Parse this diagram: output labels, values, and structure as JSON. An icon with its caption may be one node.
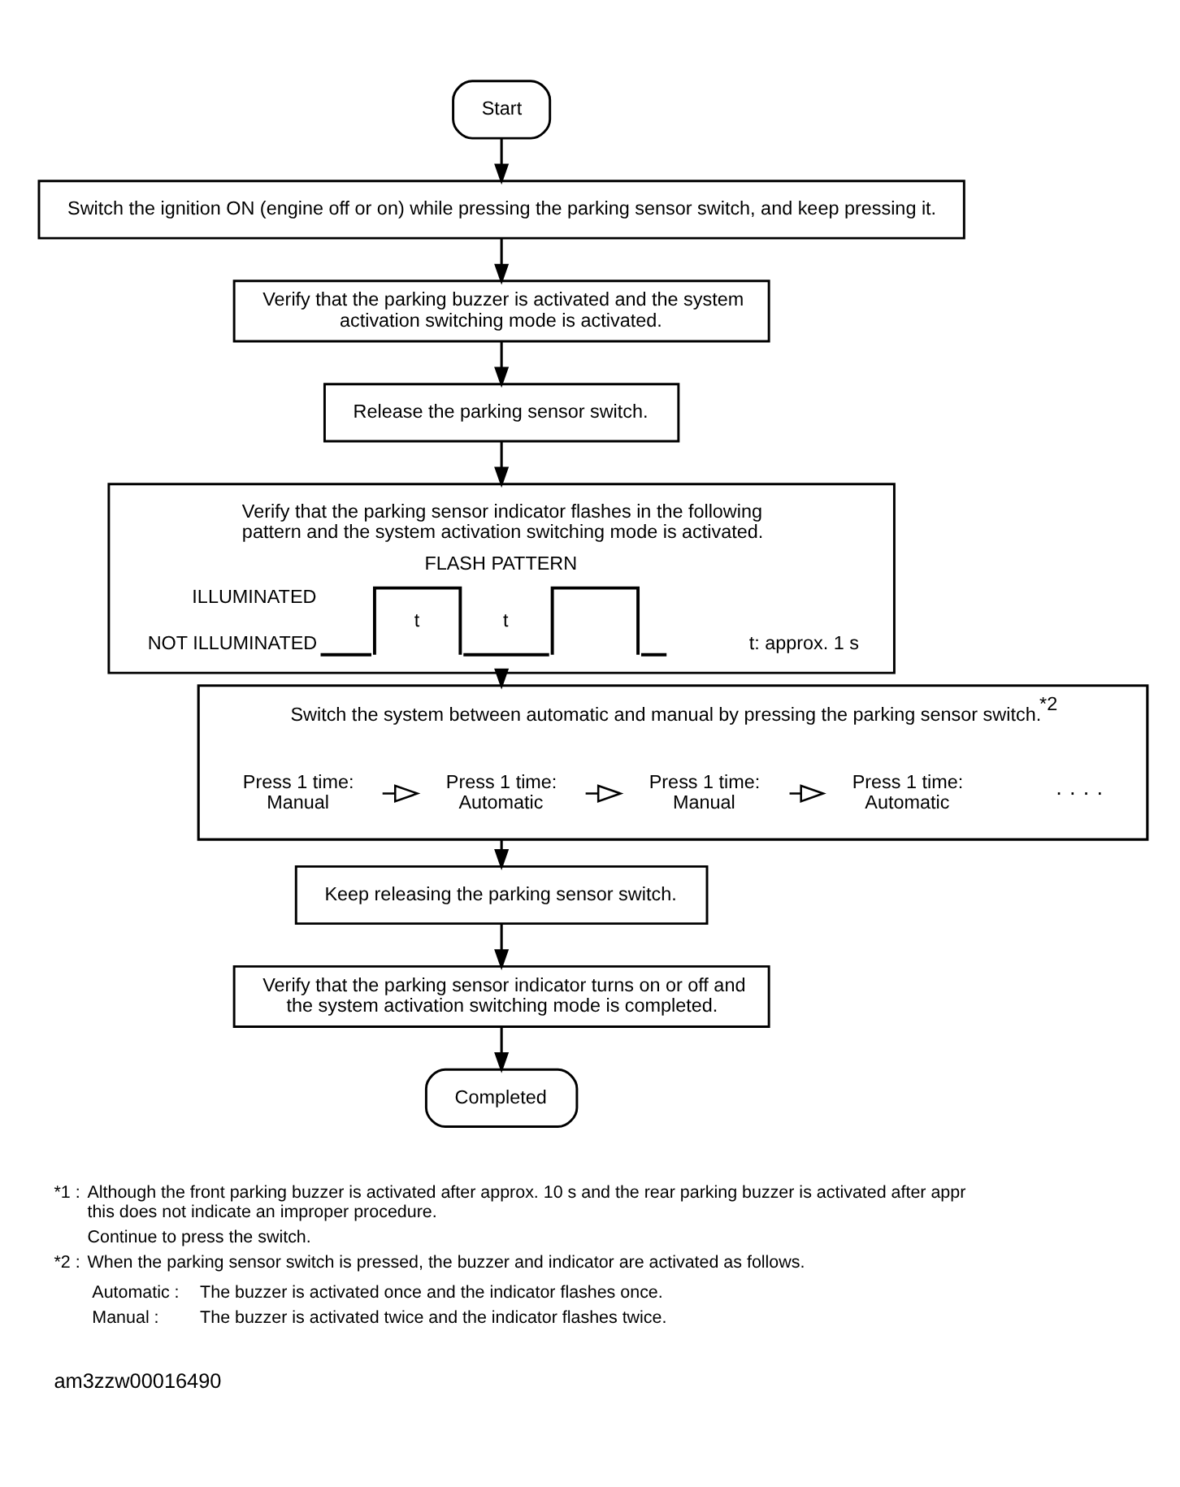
{
  "diagram": {
    "nodes": [
      {
        "text": [
          "Start"
        ]
      },
      {
        "text": [
          "Switch the ignition ON (engine off or on) while pressing the parking sensor switch, and keep pressing it."
        ]
      },
      {
        "text": [
          "Verify that the parking buzzer is activated and the system activation switching mode is activated."
        ]
      },
      {
        "text": [
          "Release the parking sensor switch."
        ]
      },
      {
        "text": [
          "Verify that the parking sensor indicator flashes in the following pattern and the system activation switching mode is activated.",
          "FLASH PATTERN",
          "ILLUMINATED",
          "t",
          "t",
          "NOT ILLUMINATED",
          "t: approx. 1 s"
        ]
      },
      {
        "text": [
          "Switch the system between automatic and manual by pressing the parking sensor switch.$^{*2}$"
        ]
      },
      {
        "text": [
          "Press 1 time:",
          "Manual"
        ],
        "in": 5
      },
      {
        "text": [
          "Press 1 time:",
          "Automatic"
        ],
        "in": 5
      },
      {
        "text": [
          "Press 1 time:",
          "Manual"
        ],
        "in": 5
      },
      {
        "text": [
          "Press 1 time:",
          "Automatic"
        ],
        "in": 5
      },
      {
        "text": [
          "Keep releasing the parking sensor switch."
        ]
      },
      {
        "text": [
          "Verify that the parking sensor indicator turns on or off and the system activation switching mode is completed."
        ]
      },
      {
        "text": [
          "Completed"
        ]
      }
    ],
    "edges": [
      {
        "from": 0,
        "to": 1,
        "arrow": "to"
      },
      {
        "from": 1,
        "to": 2,
        "arrow": "to"
      },
      {
        "from": 2,
        "to": 3,
        "arrow": "to"
      },
      {
        "from": 3,
        "to": 4,
        "arrow": "to"
      },
      {
        "from": 4,
        "to": 5,
        "arrow": "to"
      },
      {
        "from": 6,
        "to": 7,
        "arrow": "to"
      },
      {
        "from": 7,
        "to": 8,
        "arrow": "to"
      },
      {
        "from": 8,
        "to": 9,
        "arrow": "to"
      },
      {
        "from": 5,
        "to": 10,
        "arrow": "to"
      },
      {
        "from": 10,
        "to": 11,
        "arrow": "to"
      },
      {
        "from": 11,
        "to": 12,
        "arrow": "to"
      }
    ],
    "labels": [
      "· · · ·",
      "*1 :",
      "Although the front parking buzzer is activated after approx. 10 s and the rear parking buzzer is activated after appr this does not indicate an improper procedure.",
      "Continue to press the switch.",
      "*2 :",
      "When the parking sensor switch is pressed, the buzzer and indicator are activated as follows.",
      "Automatic :",
      "The buzzer is activated once and the indicator flashes once.",
      "Manual :",
      "The buzzer is activated twice and the indicator flashes twice.",
      "am3zzw00016490"
    ]
  }
}
